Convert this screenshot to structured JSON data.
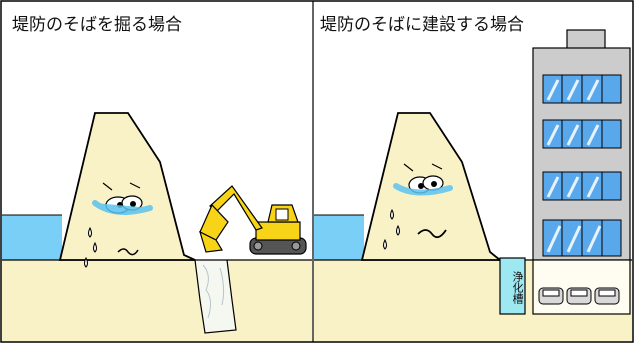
{
  "panels": [
    {
      "caption": "堤防のそばを掘る場合"
    },
    {
      "caption": "堤防のそばに建設する場合",
      "septic_tank_label": "浄化槽"
    }
  ],
  "colors": {
    "ground": "#FAF2C7",
    "river": "#79CFF5",
    "levee": "#FAF2C7",
    "excavator": "#F7D417",
    "building": "#CCCCCC",
    "windows": "#5AA8EC",
    "septic_tank": "#9EE8F2",
    "outline": "#000000"
  },
  "icons": [
    "excavator-icon",
    "car-icon",
    "tear-icon"
  ]
}
